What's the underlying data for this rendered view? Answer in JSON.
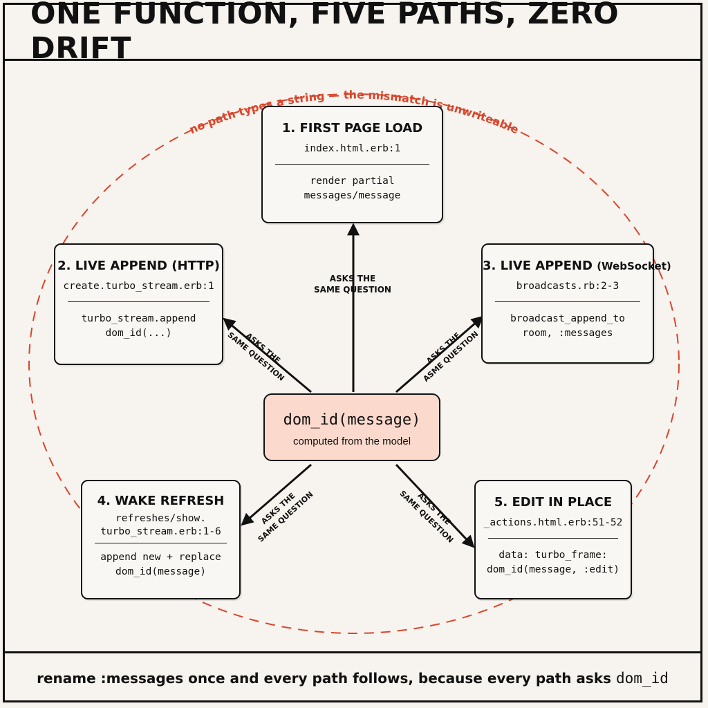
{
  "title": "ONE FUNCTION, FIVE PATHS, ZERO DRIFT",
  "ring_note": "no path types a string — the mismatch is unwriteable",
  "center": {
    "function": "dom_id(message)",
    "caption": "computed from the model"
  },
  "paths": [
    {
      "heading": "1. FIRST PAGE LOAD",
      "location": "index.html.erb:1",
      "body": "render partial\nmessages/message"
    },
    {
      "heading": "2. LIVE APPEND (HTTP)",
      "location": "create.turbo_stream.erb:1",
      "body": "turbo_stream.append\ndom_id(...)"
    },
    {
      "heading": "3. LIVE APPEND",
      "heading_suffix": "(WebSocket)",
      "location": "broadcasts.rb:2-3",
      "body": "broadcast_append_to\nroom, :messages"
    },
    {
      "heading": "4. WAKE REFRESH",
      "location": "refreshes/show.\nturbo_stream.erb:1-6",
      "body": "append new + replace\ndom_id(message)"
    },
    {
      "heading": "5. EDIT IN PLACE",
      "location": "_actions.html.erb:51-52",
      "body": "data: turbo_frame:\ndom_id(message, :edit)"
    }
  ],
  "edge_labels": {
    "top": "ASKS THE\nSAME QUESTION",
    "upper_left": "ASKS THE\nSAME QUESTION",
    "upper_right": "ASKS THE\nASME QUESTION",
    "lower_left": "ASKS THE\nSAME QUESTION",
    "lower_right": "ASKS THE\nSAME QUESTION"
  },
  "footer": {
    "prefix": "rename :messages once and every path follows, because every path asks",
    "code": "dom_id"
  },
  "colors": {
    "ring": "#d9452b",
    "center_fill": "#fbd9cc",
    "ink": "#111111",
    "paper": "#f7f3ee"
  }
}
